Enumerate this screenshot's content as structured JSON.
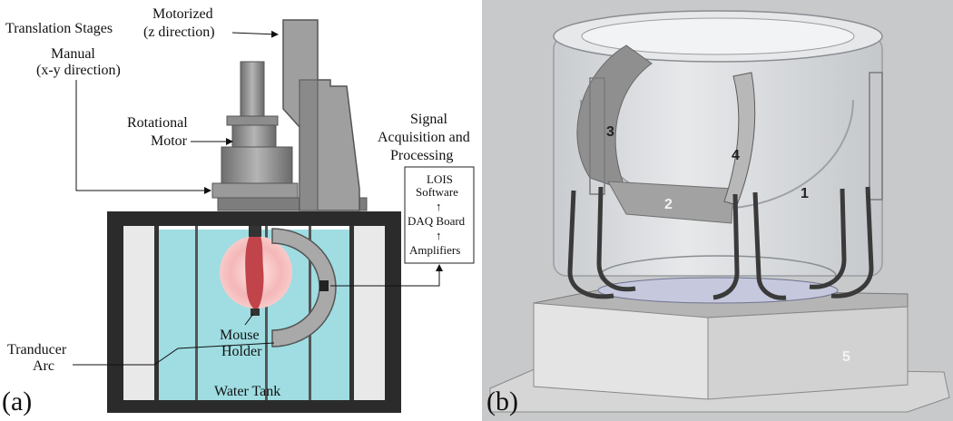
{
  "panel_a": {
    "label": "(a)",
    "labels": {
      "translation_stages": "Translation Stages",
      "motorized": "Motorized",
      "z_direction": "(z direction)",
      "manual": "Manual",
      "xy_direction": "(x-y direction)",
      "rotational": "Rotational",
      "motor": "Motor",
      "signal_1": "Signal",
      "signal_2": "Acquisition and",
      "signal_3": "Processing",
      "lois_1": "LOIS",
      "lois_2": "Software",
      "daq": "DAQ Board",
      "amplifiers": "Amplifiers",
      "tranducer": "Tranducer",
      "arc": "Arc",
      "mouse": "Mouse",
      "holder": "Holder",
      "water_tank": "Water Tank",
      "up_arrow": "↑"
    },
    "colors": {
      "water": "#9fdde2",
      "frame": "#2a2a2a",
      "metal": "#8d8d8d",
      "glow": "#f4b7b7",
      "mouse": "#c0444a"
    }
  },
  "panel_b": {
    "label": "(b)",
    "numbers": [
      "1",
      "2",
      "3",
      "4",
      "5"
    ],
    "colors": {
      "glass": "#dadde0",
      "base": "#d9d9d9",
      "tube": "#3a3a3a",
      "panel": "#8f8f8f"
    }
  }
}
